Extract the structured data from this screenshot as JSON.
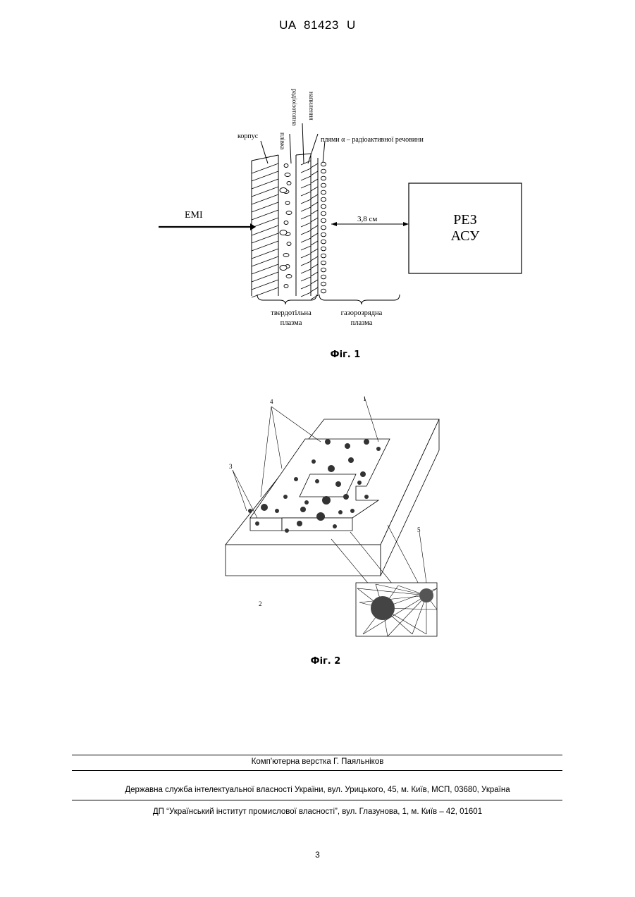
{
  "header": {
    "title": "UA   81423   U"
  },
  "fig1": {
    "caption": "Фіг. 1",
    "labels": {
      "korpus": "корпус",
      "plivka": "плівка",
      "radioizotopna": "радіоізотопна",
      "napylennya": "напилення",
      "plyamy": "плями α – радіоактивної речовини",
      "emi": "ЕМІ",
      "distance": "3,8 см",
      "rez": "РЕЗ",
      "asu": "АСУ",
      "tverdo1": "твердотільна",
      "tverdo2": "плазма",
      "gazo1": "газорозрядна",
      "gazo2": "плазма"
    }
  },
  "fig2": {
    "caption": "Фіг. 2",
    "labels": {
      "n1": "1",
      "n2": "2",
      "n3": "3",
      "n4": "4",
      "n5": "5"
    }
  },
  "footer": {
    "line1": "Комп'ютерна верстка Г. Паяльніков",
    "line2": "Державна служба інтелектуальної власності України, вул. Урицького, 45, м. Київ, МСП, 03680, Україна",
    "line3": "ДП “Український інститут промислової власності”, вул. Глазунова, 1, м. Київ – 42, 01601"
  },
  "page_number": "3"
}
